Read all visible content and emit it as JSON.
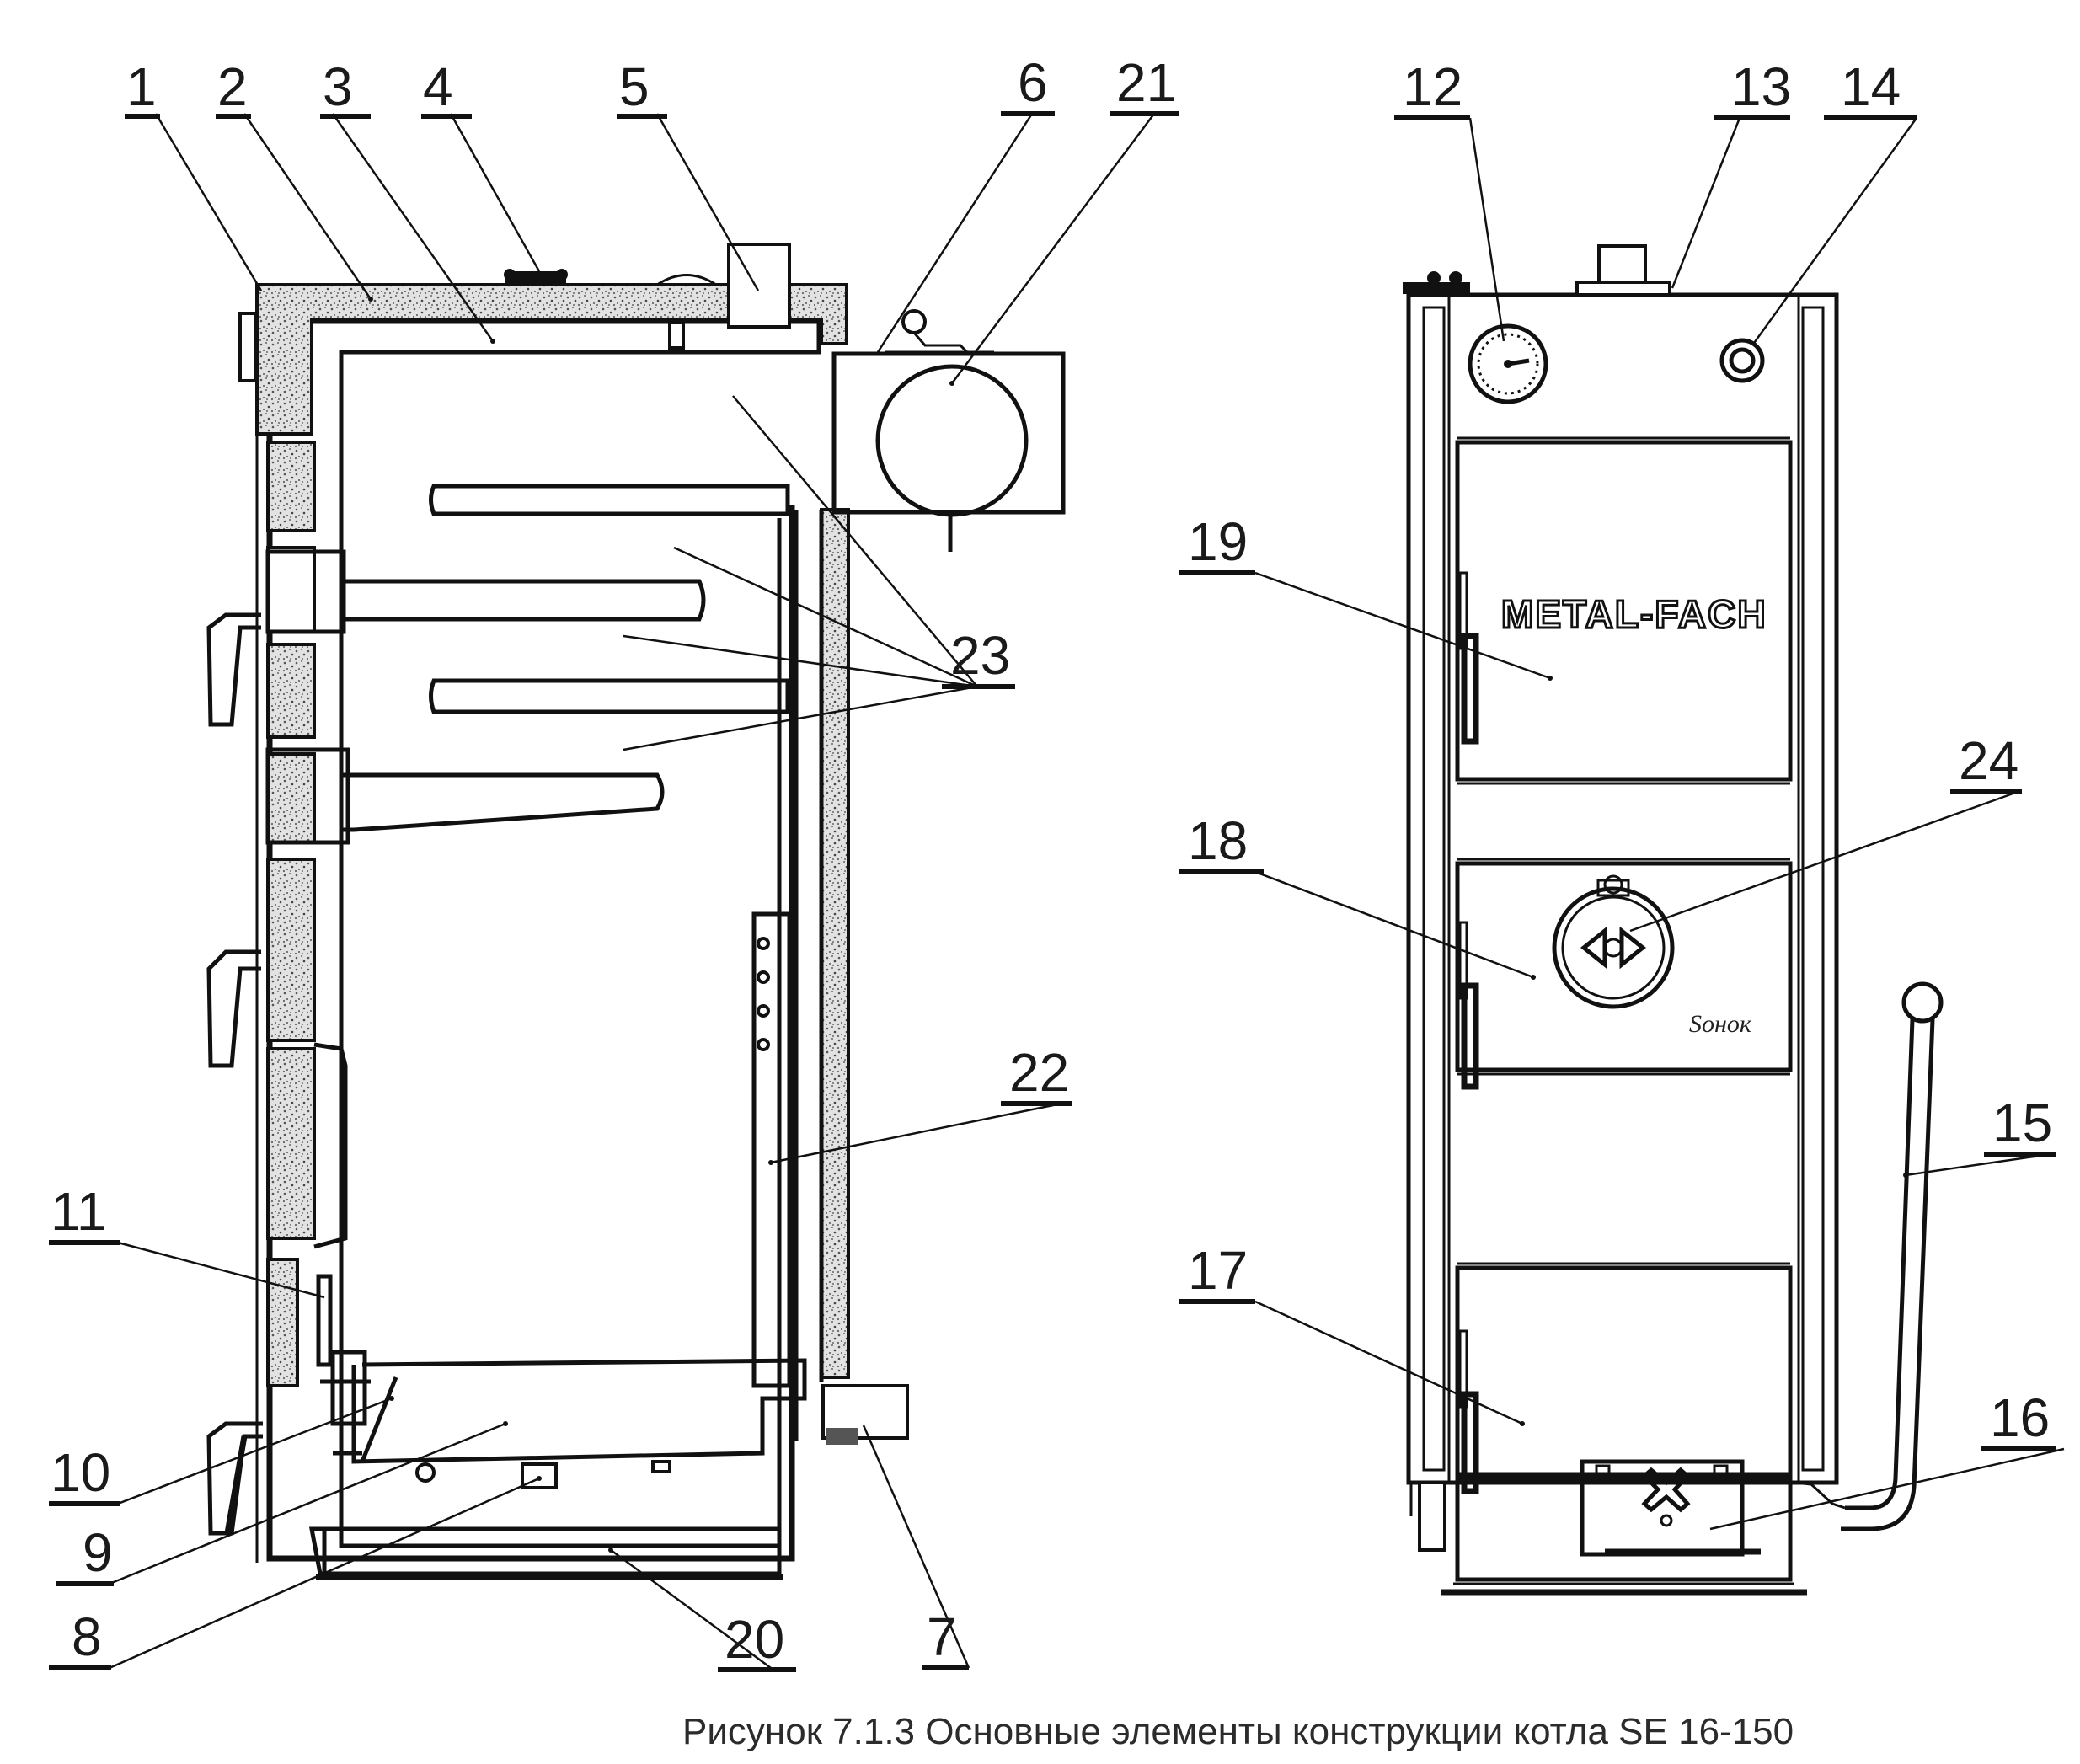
{
  "caption": "Рисунок  7.1.3 Основные элементы конструкции котла SE 16-150",
  "brand": "METAL-FACH",
  "door_signature": "Sонок",
  "labels": {
    "l1": "1",
    "l2": "2",
    "l3": "3",
    "l4": "4",
    "l5": "5",
    "l6": "6",
    "l7": "7",
    "l8": "8",
    "l9": "9",
    "l10": "10",
    "l11": "11",
    "l12": "12",
    "l13": "13",
    "l14": "14",
    "l15": "15",
    "l16": "16",
    "l17": "17",
    "l18": "18",
    "l19": "19",
    "l20": "20",
    "l21": "21",
    "l22": "22",
    "l23": "23",
    "l24": "24"
  }
}
